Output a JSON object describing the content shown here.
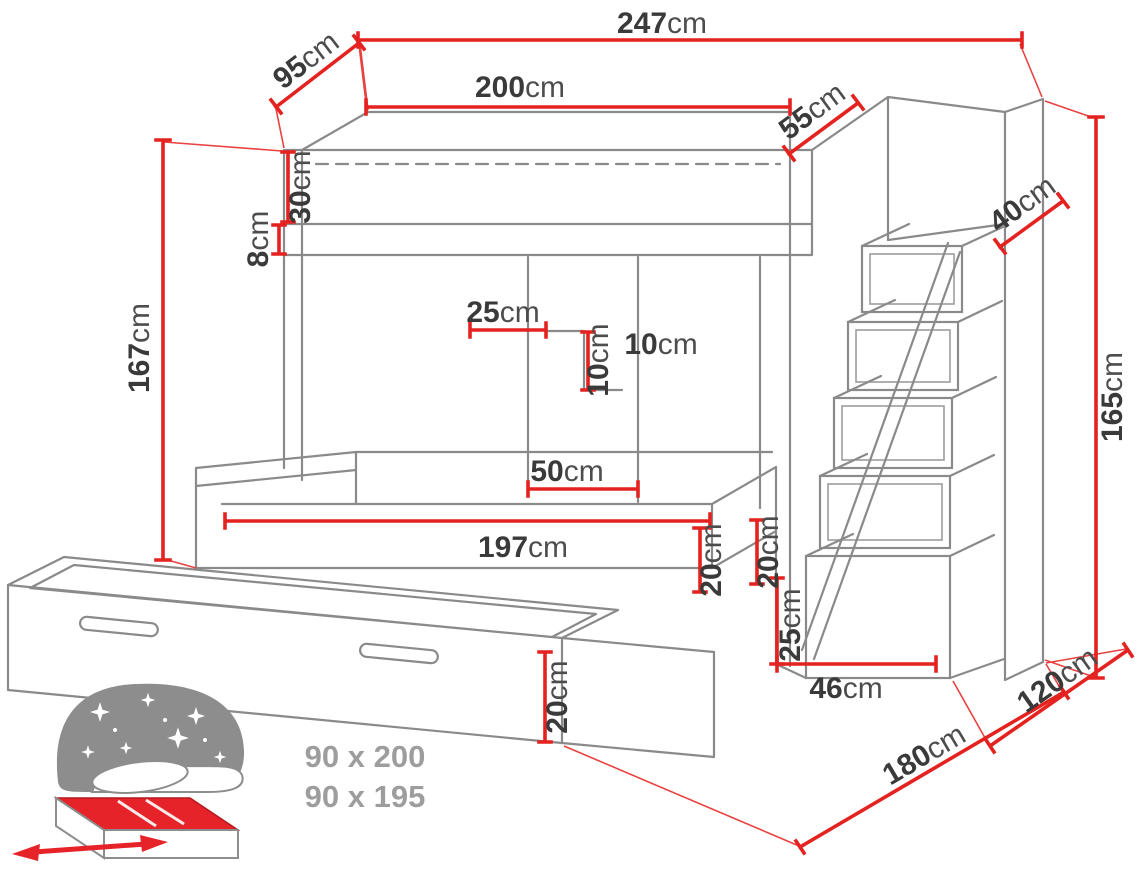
{
  "diagram": {
    "type": "furniture-dimension-diagram",
    "subject": "bunk bed with pull-out trundle drawer and storage stairs",
    "unit": "cm",
    "colors": {
      "dimension_line": "#e4221f",
      "drawing_line": "#8a8a8a",
      "label_text": "#3a3a3a",
      "muted_label": "#9d9d9d",
      "mattress_fill": "#e62329"
    },
    "icon": "night-mattress-pullout-icon",
    "dims": {
      "d247": {
        "v": "247",
        "u": "cm"
      },
      "d95": {
        "v": "95",
        "u": "cm"
      },
      "d200": {
        "v": "200",
        "u": "cm"
      },
      "d55": {
        "v": "55",
        "u": "cm"
      },
      "d30": {
        "v": "30",
        "u": "cm"
      },
      "d8": {
        "v": "8",
        "u": "cm"
      },
      "d167": {
        "v": "167",
        "u": "cm"
      },
      "d40": {
        "v": "40",
        "u": "cm"
      },
      "d165": {
        "v": "165",
        "u": "cm"
      },
      "d25_shelf": {
        "v": "25",
        "u": "cm"
      },
      "d10_vert": {
        "v": "10",
        "u": "cm"
      },
      "d10_horiz": {
        "v": "10",
        "u": "cm"
      },
      "d50": {
        "v": "50",
        "u": "cm"
      },
      "d197": {
        "v": "197",
        "u": "cm"
      },
      "d20_a": {
        "v": "20",
        "u": "cm"
      },
      "d20_b": {
        "v": "20",
        "u": "cm"
      },
      "d25_gap": {
        "v": "25",
        "u": "cm"
      },
      "d46": {
        "v": "46",
        "u": "cm"
      },
      "d120": {
        "v": "120",
        "u": "cm"
      },
      "d180": {
        "v": "180",
        "u": "cm"
      },
      "d20_drawer": {
        "v": "20",
        "u": "cm"
      }
    },
    "mattress_sizes": [
      "90 x 200",
      "90 x 195"
    ]
  }
}
